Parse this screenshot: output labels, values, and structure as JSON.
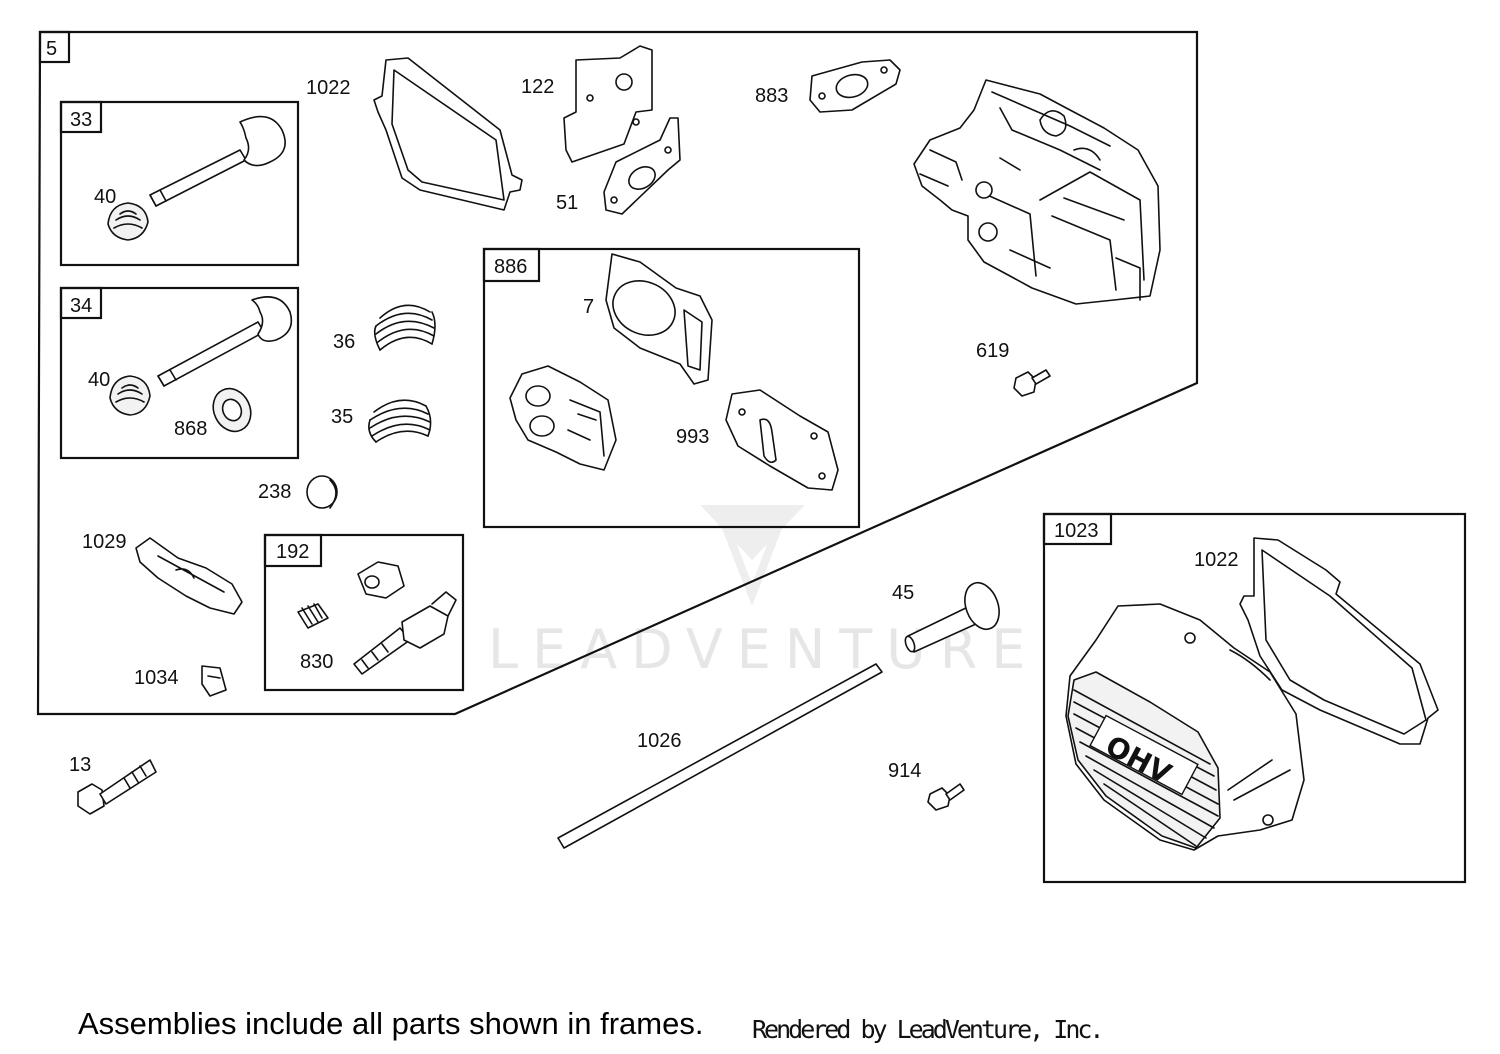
{
  "watermark": "LEADVENTURE",
  "footer": {
    "note": "Assemblies include all parts shown in frames.",
    "credit": "Rendered by LeadVenture, Inc."
  },
  "callouts": {
    "frame_5": "5",
    "frame_33": "33",
    "frame_34": "34",
    "frame_886": "886",
    "frame_192": "192",
    "frame_1023": "1023",
    "p1022_top": "1022",
    "p122": "122",
    "p883": "883",
    "p51": "51",
    "p40_a": "40",
    "p40_b": "40",
    "p868": "868",
    "p36": "36",
    "p35": "35",
    "p7": "7",
    "p993": "993",
    "p619": "619",
    "p238": "238",
    "p1029": "1029",
    "p830": "830",
    "p1034": "1034",
    "p45": "45",
    "p1022_right": "1022",
    "p1026": "1026",
    "p914": "914",
    "p13": "13",
    "ohv_text": "OHV"
  }
}
